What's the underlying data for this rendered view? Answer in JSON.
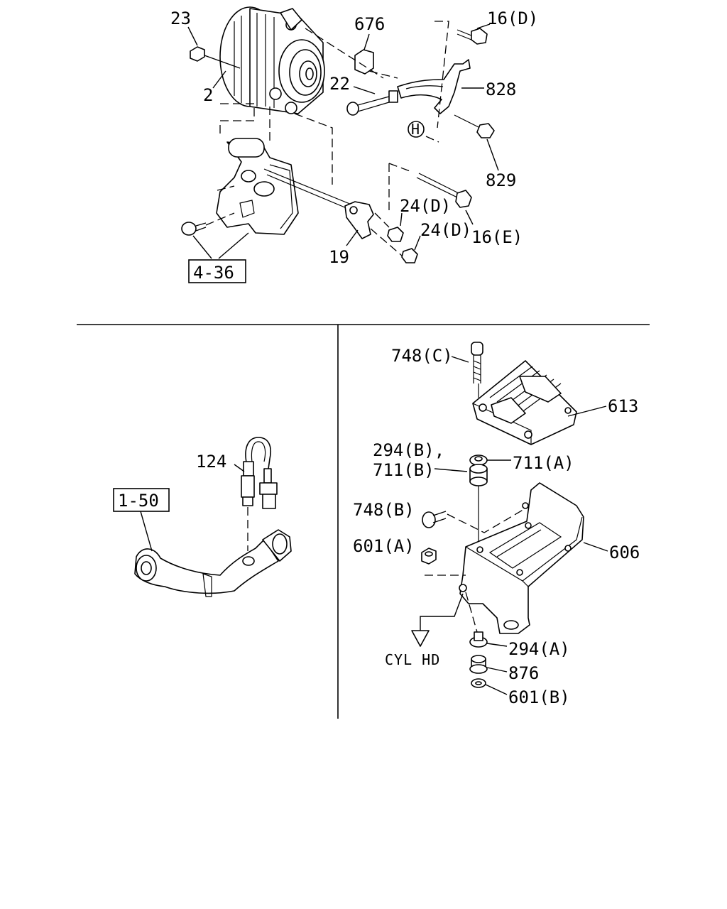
{
  "callouts": {
    "c23": "23",
    "c2": "2",
    "c676": "676",
    "c16d": "16(D)",
    "c22": "22",
    "c828": "828",
    "cH": "H",
    "c829": "829",
    "c24d_a": "24(D)",
    "c24d_b": "24(D)",
    "c16e": "16(E)",
    "c19": "19",
    "c436": "4-36",
    "c124": "124",
    "c150": "1-50",
    "c748c": "748(C)",
    "c613": "613",
    "c294b": "294(B),",
    "c711b": "711(B)",
    "c711a": "711(A)",
    "c748b": "748(B)",
    "c601a": "601(A)",
    "c606": "606",
    "c294a": "294(A)",
    "c876": "876",
    "c601b": "601(B)",
    "cylhd": "CYL HD"
  }
}
